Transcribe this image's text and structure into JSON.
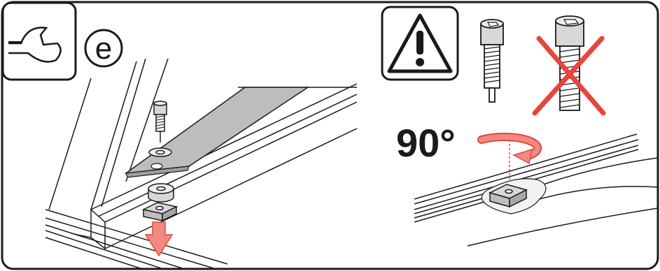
{
  "step_letter": "e",
  "rotation_label": "90°",
  "icons": {
    "tool": "wrench-icon",
    "step": "step-letter-badge",
    "warning": "warning-triangle-icon",
    "correct_bolt": "short-bolt-icon",
    "wrong_bolt": "long-bolt-crossed-icon",
    "rotate": "rotate-arrow-icon",
    "down_arrow": "down-arrow-icon"
  },
  "colors": {
    "stroke": "#1a1a1a",
    "accent_red": "#e8453c",
    "arrow_fill": "#f08a80",
    "plate": "#bdbdbd",
    "nut": "#d8d8d8"
  }
}
